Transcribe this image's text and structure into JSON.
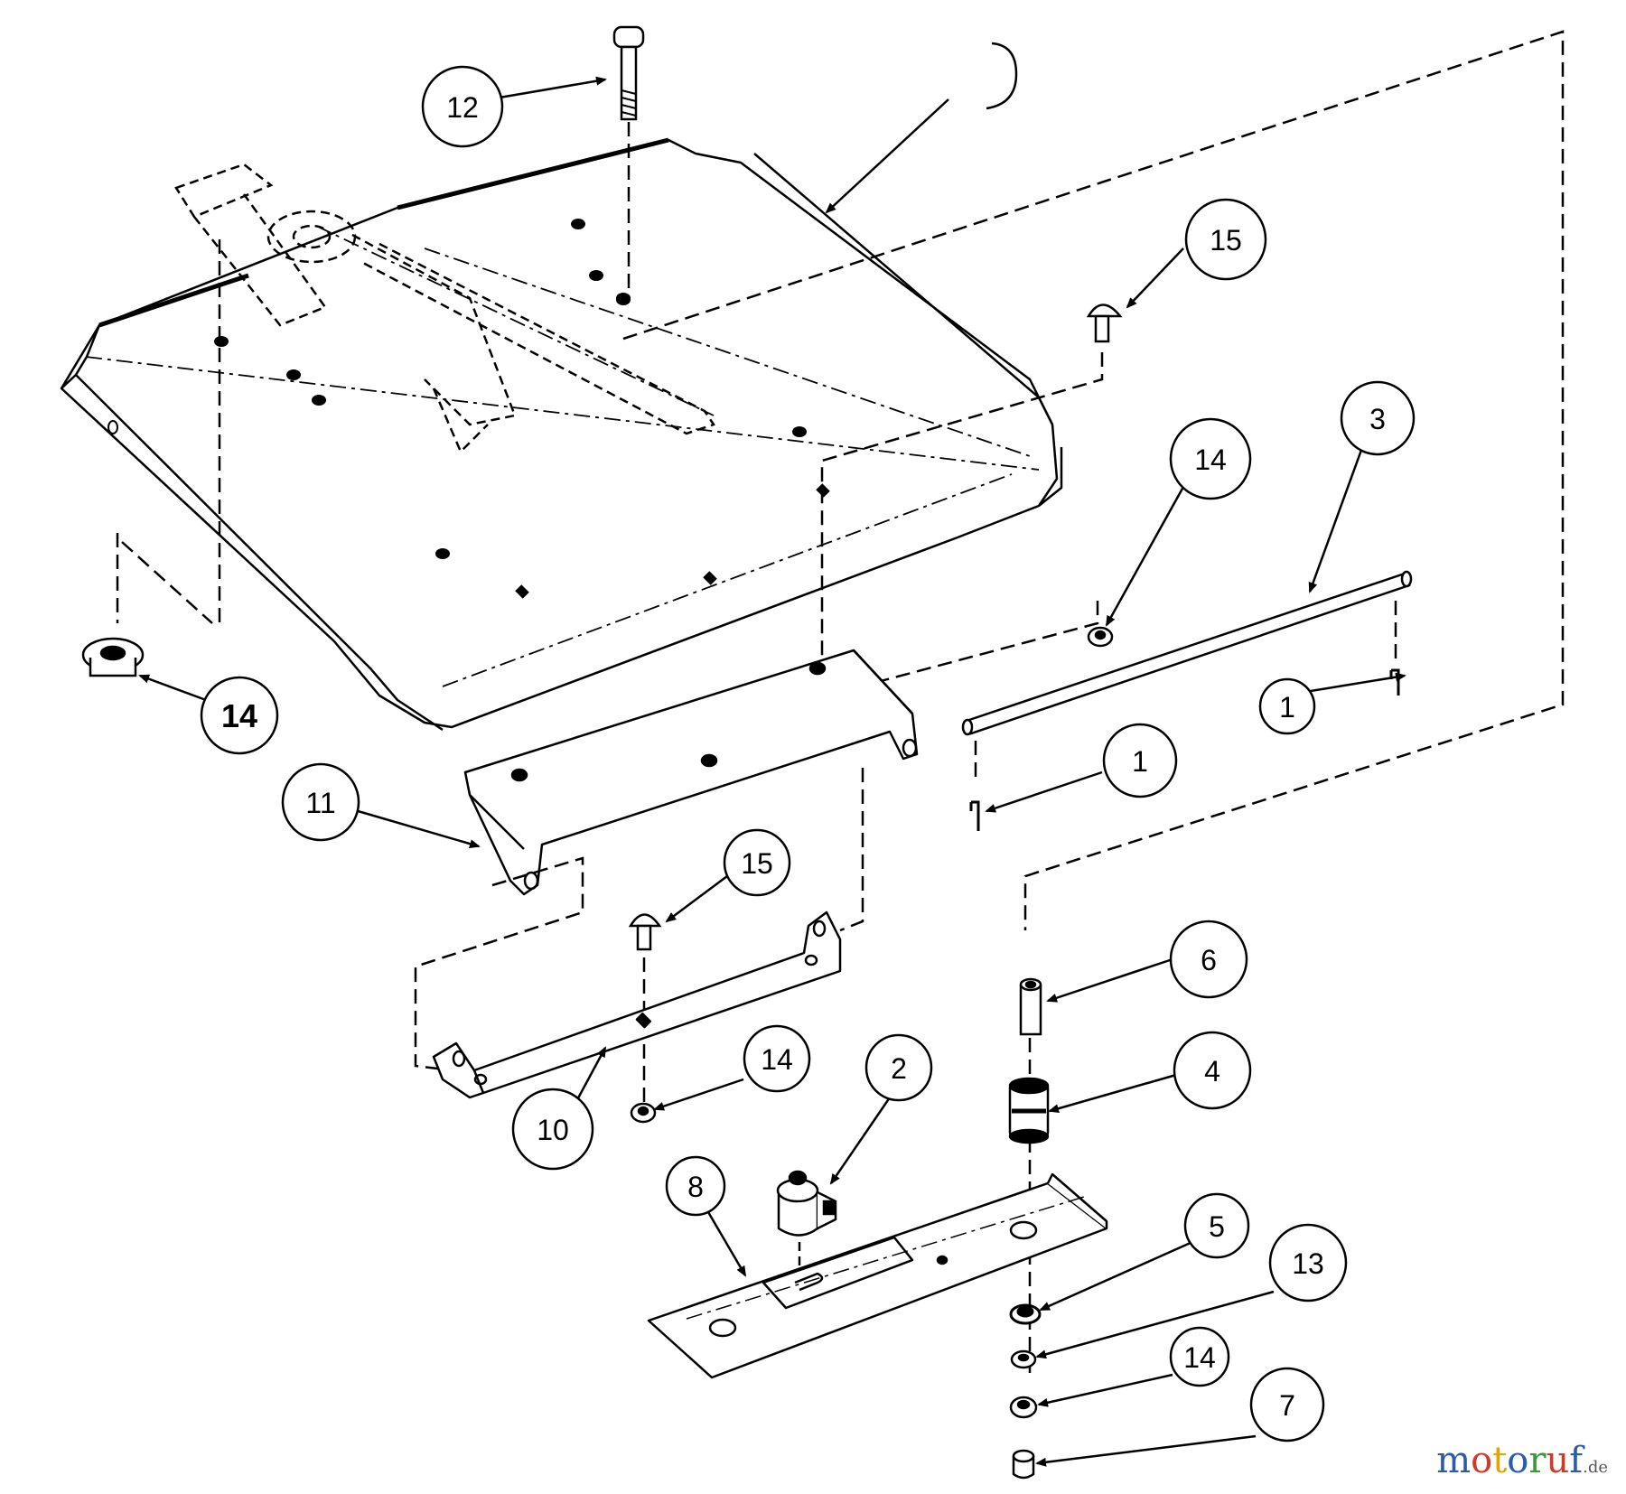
{
  "callouts": [
    {
      "id": "c12",
      "label": "12",
      "bold": false
    },
    {
      "id": "c9",
      "label": "",
      "bold": false
    },
    {
      "id": "c15a",
      "label": "15",
      "bold": false
    },
    {
      "id": "c14a",
      "label": "14",
      "bold": false
    },
    {
      "id": "c3",
      "label": "3",
      "bold": false
    },
    {
      "id": "c14b",
      "label": "14",
      "bold": true
    },
    {
      "id": "c11",
      "label": "11",
      "bold": false
    },
    {
      "id": "c1a",
      "label": "1",
      "bold": false
    },
    {
      "id": "c1b",
      "label": "1",
      "bold": false
    },
    {
      "id": "c15b",
      "label": "15",
      "bold": false
    },
    {
      "id": "c6",
      "label": "6",
      "bold": false
    },
    {
      "id": "c14c",
      "label": "14",
      "bold": false
    },
    {
      "id": "c2",
      "label": "2",
      "bold": false
    },
    {
      "id": "c4",
      "label": "4",
      "bold": false
    },
    {
      "id": "c10",
      "label": "10",
      "bold": false
    },
    {
      "id": "c8",
      "label": "8",
      "bold": false
    },
    {
      "id": "c5",
      "label": "5",
      "bold": false
    },
    {
      "id": "c13",
      "label": "13",
      "bold": false
    },
    {
      "id": "c14d",
      "label": "14",
      "bold": false
    },
    {
      "id": "c7",
      "label": "7",
      "bold": false
    }
  ],
  "watermark": {
    "letters": [
      "m",
      "o",
      "t",
      "o",
      "r",
      "u",
      "f"
    ],
    "letter_colors": [
      "#2a5caa",
      "#d03a2a",
      "#e2a500",
      "#2a5caa",
      "#3a9a3a",
      "#d03a2a",
      "#2a5caa"
    ],
    "tld": ".de"
  }
}
